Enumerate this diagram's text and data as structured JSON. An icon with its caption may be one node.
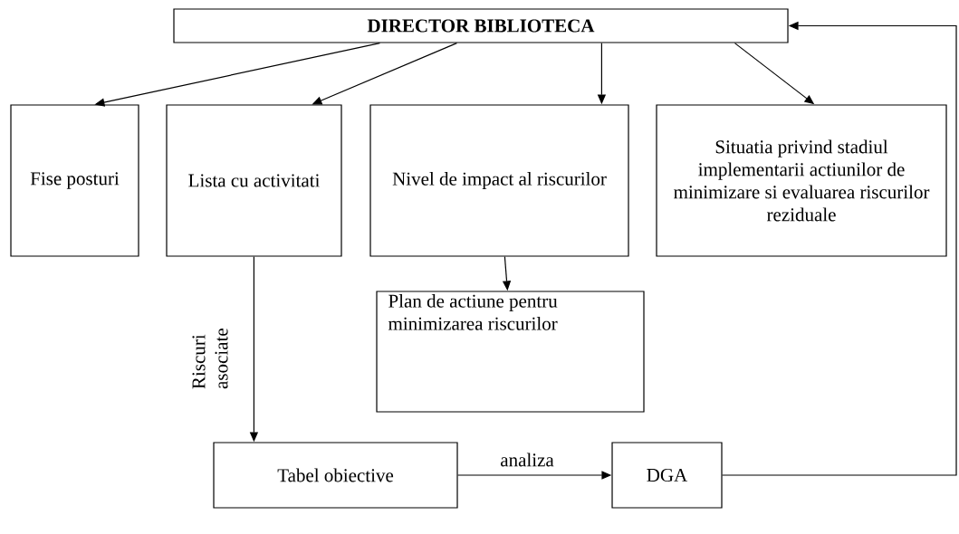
{
  "diagram": {
    "nodes": [
      {
        "text": [
          "DIRECTOR BIBLIOTECA"
        ]
      },
      {
        "text": [
          "Fise posturi"
        ]
      },
      {
        "text": [
          "Lista cu activitati"
        ]
      },
      {
        "text": [
          "Nivel de impact al riscurilor"
        ]
      },
      {
        "text": [
          "Situatia privind stadiul implementarii actiunilor de minimizare si evaluarea riscurilor reziduale"
        ]
      },
      {
        "text": [
          "Plan de actiune pentru minimizarea riscurilor"
        ]
      },
      {
        "text": [
          "Tabel obiective"
        ]
      },
      {
        "text": [
          "DGA"
        ]
      }
    ],
    "edges": [
      {
        "from": 0,
        "to": 1,
        "arrow": "to"
      },
      {
        "from": 0,
        "to": 2,
        "arrow": "to"
      },
      {
        "from": 0,
        "to": 3,
        "arrow": "to"
      },
      {
        "from": 0,
        "to": 4,
        "arrow": "to"
      },
      {
        "from": 3,
        "to": 5,
        "arrow": "to"
      },
      {
        "from": 2,
        "to": 6,
        "arrow": "to",
        "label": "Riscuri asociate"
      },
      {
        "from": 6,
        "to": 7,
        "arrow": "to",
        "label": "analiza"
      },
      {
        "from": 7,
        "to": 0,
        "arrow": "to"
      }
    ]
  }
}
